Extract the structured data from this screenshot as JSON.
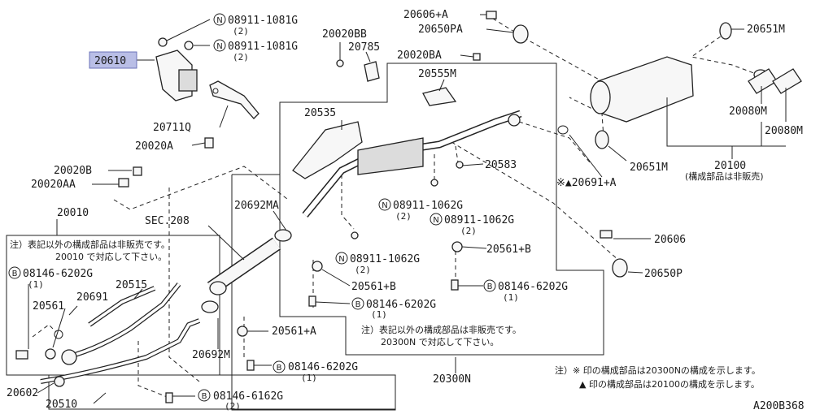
{
  "diagram": {
    "diagram_id": "A200B368",
    "highlighted_part": "20610",
    "parts": {
      "p20610": "20610",
      "p08911_1081G_a": "08911-1081G",
      "p08911_1081G_a_qty": "(2)",
      "p08911_1081G_b": "08911-1081G",
      "p08911_1081G_b_qty": "(2)",
      "p20711Q": "20711Q",
      "p20020A": "20020A",
      "p20020B": "20020B",
      "p20020AA": "20020AA",
      "p20010": "20010",
      "p20020BB": "20020BB",
      "p20785": "20785",
      "p20606A": "20606+A",
      "p20650PA": "20650PA",
      "p20651M_a": "20651M",
      "p20020BA": "20020BA",
      "p20555M": "20555M",
      "p20535": "20535",
      "p20080M_a": "20080M",
      "p20080M_b": "20080M",
      "p20100": "20100",
      "p20100_note": "(構成部品は非販売)",
      "p20651M_b": "20651M",
      "p20583": "20583",
      "p20691A": "※▲20691+A",
      "p20692MA": "20692MA",
      "p08911_1062G_a": "08911-1062G",
      "p08911_1062G_a_qty": "(2)",
      "p08911_1062G_b": "08911-1062G",
      "p08911_1062G_b_qty": "(2)",
      "p08911_1062G_c": "08911-1062G",
      "p08911_1062G_c_qty": "(2)",
      "sec208": "SEC.208",
      "p20606": "20606",
      "p20561B_a": "20561+B",
      "p08146_6202G_a": "08146-6202G",
      "p08146_6202G_a_qty": "(1)",
      "p20650P": "20650P",
      "p20561B_b": "20561+B",
      "p08146_6202G_b": "08146-6202G",
      "p08146_6202G_b_qty": "(1)",
      "p20561A": "20561+A",
      "p08146_6202G_c": "08146-6202G",
      "p08146_6202G_c_qty": "(1)",
      "p08146_6162G": "08146-6162G",
      "p08146_6162G_qty": "(2)",
      "p20692M": "20692M",
      "p20300N": "20300N",
      "p08146_6202G_d": "08146-6202G",
      "p08146_6202G_d_qty": "(1)",
      "p20515": "20515",
      "p20691": "20691",
      "p20561": "20561",
      "p20602": "20602",
      "p20510": "20510"
    },
    "circle_marks": {
      "n": "N",
      "b": "B"
    },
    "notes": {
      "left_box_line1": "注）表記以外の構成部品は非販売です。",
      "left_box_line2": "20010 で対応して下さい。",
      "center_box_line1": "注）表記以外の構成部品は非販売です。",
      "center_box_line2": "20300N で対応して下さい。",
      "bottom_line1": "注）※ 印の構成部品は20300Nの構成を示します。",
      "bottom_line2": "▲ 印の構成部品は20100の構成を示します。"
    }
  }
}
